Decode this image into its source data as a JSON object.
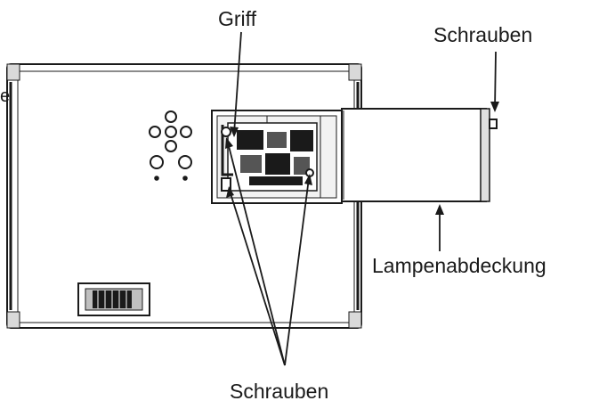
{
  "labels": {
    "griff": "Griff",
    "schrauben_top": "Schrauben",
    "lampenabdeckung": "Lampenabdeckung",
    "schrauben_bottom": "Schrauben",
    "partial_left": "e"
  },
  "colors": {
    "stroke": "#1a1a1a",
    "fill": "#ffffff",
    "shade": "#cfcfcf"
  }
}
